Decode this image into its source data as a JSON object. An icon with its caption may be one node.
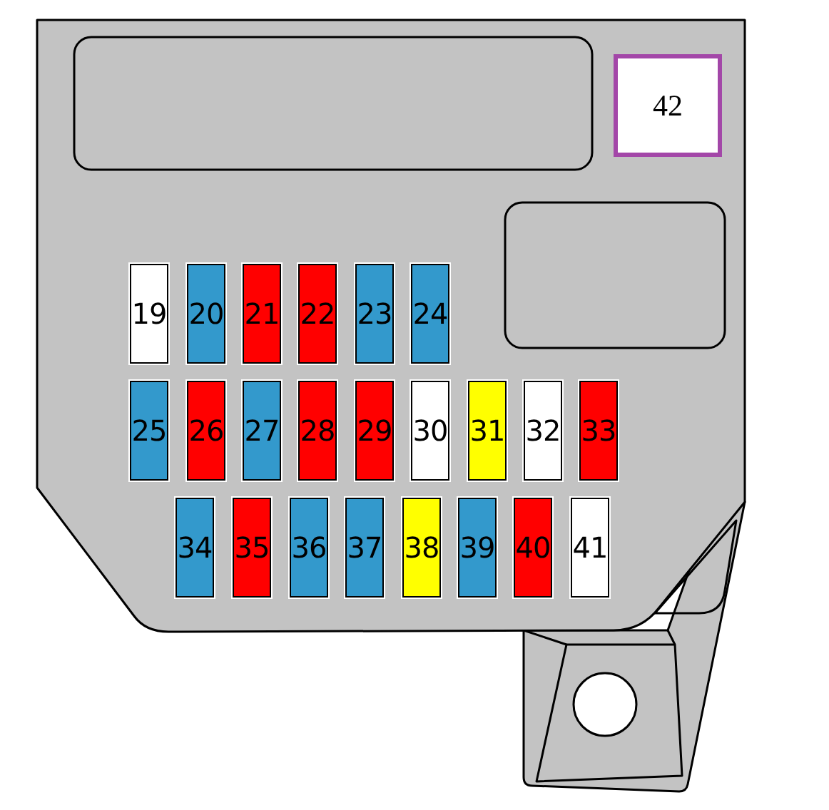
{
  "diagram": {
    "nodes": [
      {
        "text": [
          "42"
        ]
      },
      {
        "text": [
          "19"
        ]
      },
      {
        "text": [
          "20"
        ]
      },
      {
        "text": [
          "21"
        ]
      },
      {
        "text": [
          "22"
        ]
      },
      {
        "text": [
          "23"
        ]
      },
      {
        "text": [
          "24"
        ]
      },
      {
        "text": [
          "25"
        ]
      },
      {
        "text": [
          "26"
        ]
      },
      {
        "text": [
          "27"
        ]
      },
      {
        "text": [
          "28"
        ]
      },
      {
        "text": [
          "29"
        ]
      },
      {
        "text": [
          "30"
        ]
      },
      {
        "text": [
          "31"
        ]
      },
      {
        "text": [
          "32"
        ]
      },
      {
        "text": [
          "33"
        ]
      },
      {
        "text": [
          "34"
        ]
      },
      {
        "text": [
          "35"
        ]
      },
      {
        "text": [
          "36"
        ]
      },
      {
        "text": [
          "37"
        ]
      },
      {
        "text": [
          "38"
        ]
      },
      {
        "text": [
          "39"
        ]
      },
      {
        "text": [
          "40"
        ]
      },
      {
        "text": [
          "41"
        ]
      }
    ]
  }
}
